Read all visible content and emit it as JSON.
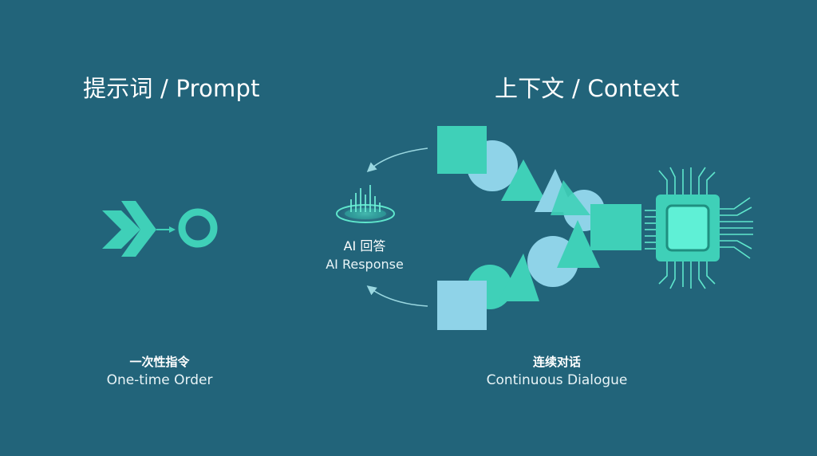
{
  "titles": {
    "prompt": "提示词 / Prompt",
    "context": "上下文 / Context"
  },
  "captions": {
    "left": {
      "zh": "一次性指令",
      "en": "One-time Order"
    },
    "right": {
      "zh": "连续对话",
      "en": "Continuous Dialogue"
    },
    "ai": {
      "zh": "AI 回答",
      "en": "AI Response"
    }
  },
  "colors": {
    "background": "#22647a",
    "teal": "#3fd0b8",
    "light_blue": "#8fd3e8",
    "chip": "#5ff0d6"
  },
  "icons": [
    "chevron-arrow-icon",
    "ring-icon",
    "ai-response-icon",
    "processor-chip-icon",
    "curved-arrow-icon"
  ]
}
